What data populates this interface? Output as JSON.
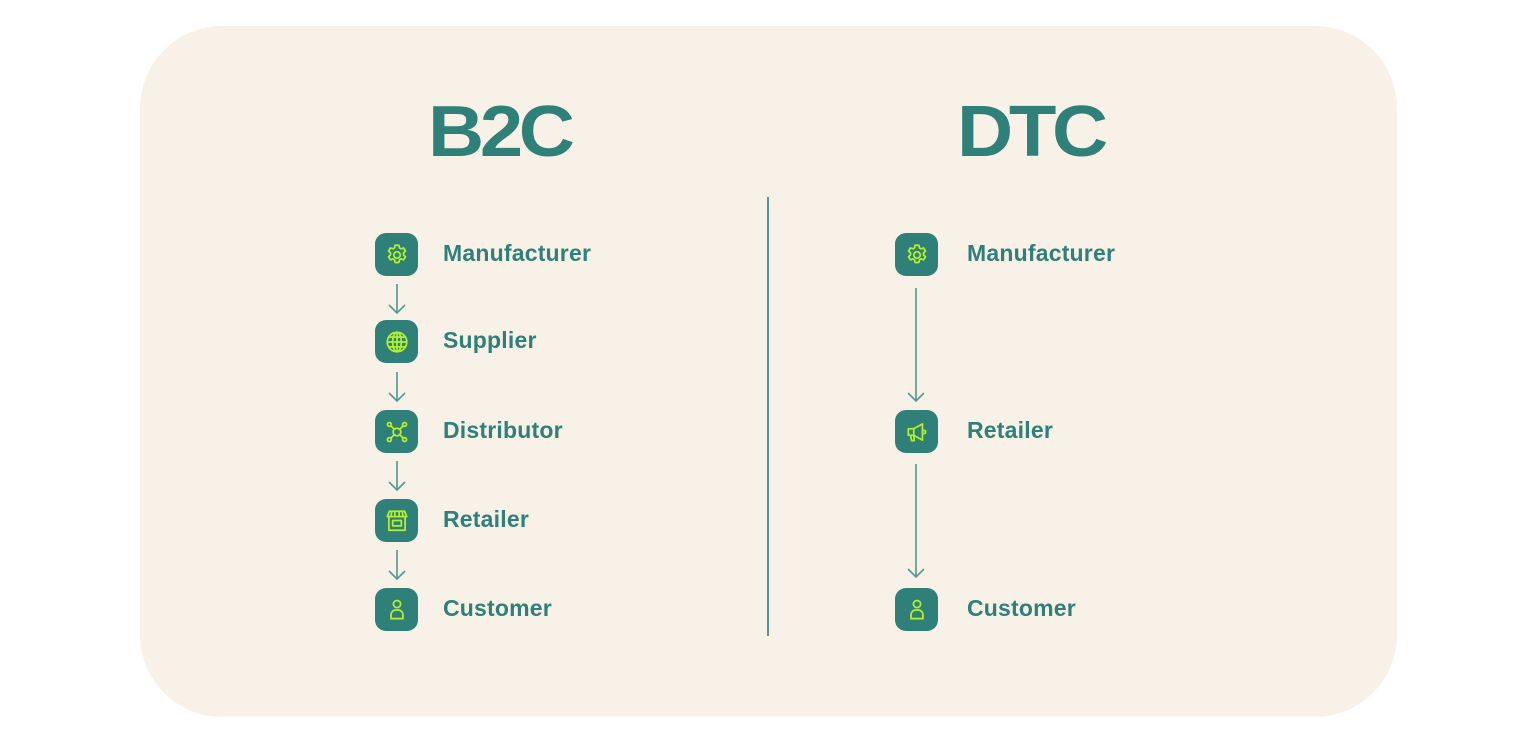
{
  "colors": {
    "background": "#ffffff",
    "card": "#f8f1e8",
    "teal": "#2e8079",
    "lime": "#b5f12a"
  },
  "b2c": {
    "title": "B2C",
    "steps": [
      {
        "label": "Manufacturer",
        "icon": "gear-icon"
      },
      {
        "label": "Supplier",
        "icon": "globe-icon"
      },
      {
        "label": "Distributor",
        "icon": "network-icon"
      },
      {
        "label": "Retailer",
        "icon": "storefront-icon"
      },
      {
        "label": "Customer",
        "icon": "person-icon"
      }
    ]
  },
  "dtc": {
    "title": "DTC",
    "steps": [
      {
        "label": "Manufacturer",
        "icon": "gear-icon"
      },
      {
        "label": "Retailer",
        "icon": "megaphone-icon"
      },
      {
        "label": "Customer",
        "icon": "person-icon"
      }
    ]
  }
}
